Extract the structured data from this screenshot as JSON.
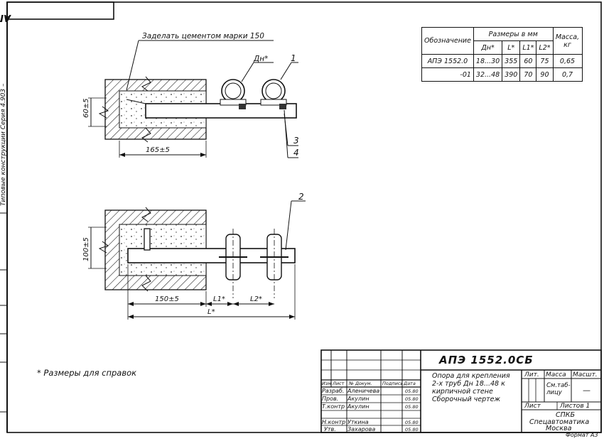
{
  "corner_stamp": "АПЭ 1552.0СБ",
  "side_text": "Типовые конструкции   Серия 4.903 –",
  "annotations": {
    "embed_note": "Заделать цементом марки 150",
    "dn_label": "Дн*",
    "callout_1": "1",
    "callout_2": "2",
    "callout_3": "3",
    "callout_4": "4",
    "dim_60": "60±5",
    "dim_165": "165±5",
    "dim_100": "100±5",
    "dim_150": "150±5",
    "dim_l1": "L1*",
    "dim_l2": "L2*",
    "dim_l": "L*"
  },
  "spec_table": {
    "col_designation": "Обозначение",
    "group_header": "Размеры в мм",
    "col_mass": "Масса, кг",
    "sub_headers": [
      "Дн*",
      "L*",
      "L1*",
      "L2*"
    ],
    "rows": [
      {
        "designation": "АПЭ 1552.0",
        "dn": "18...30",
        "l": "355",
        "l1": "60",
        "l2": "75",
        "mass": "0,65"
      },
      {
        "designation": "-01",
        "dn": "32...48",
        "l": "390",
        "l1": "70",
        "l2": "90",
        "mass": "0,7"
      }
    ]
  },
  "footnote": "* Размеры для справок",
  "title_block": {
    "doc_number": "АПЭ 1552.0СБ",
    "title_lines": [
      "Опора для крепления",
      "2-х труб Дн 18...48 к",
      "кирпичной стене",
      "Сборочный чертеж"
    ],
    "lit_label": "Лит.",
    "mass_label": "Масса",
    "scale_label": "Масшт.",
    "mass_value": "См.таб-лицу",
    "scale_value": "—",
    "sheet_label": "Лист",
    "sheets_label": "Листов 1",
    "org_lines": [
      "СПКБ",
      "Спецавтоматика",
      "Москва"
    ],
    "format": "Формат А3",
    "header_cols": [
      "Изм",
      "Лист",
      "№ Докум.",
      "Подпись",
      "Дата"
    ],
    "roles": [
      {
        "role": "Разраб.",
        "name": "Аленичева",
        "date": "05.80"
      },
      {
        "role": "Пров.",
        "name": "Акулин",
        "date": "05.80"
      },
      {
        "role": "Т.контр",
        "name": "Акулин",
        "date": "05.80"
      },
      {
        "role": "Н.контр",
        "name": "Уткина",
        "date": "05.80"
      },
      {
        "role": "Утв.",
        "name": "Захарова",
        "date": "05.80"
      }
    ]
  }
}
